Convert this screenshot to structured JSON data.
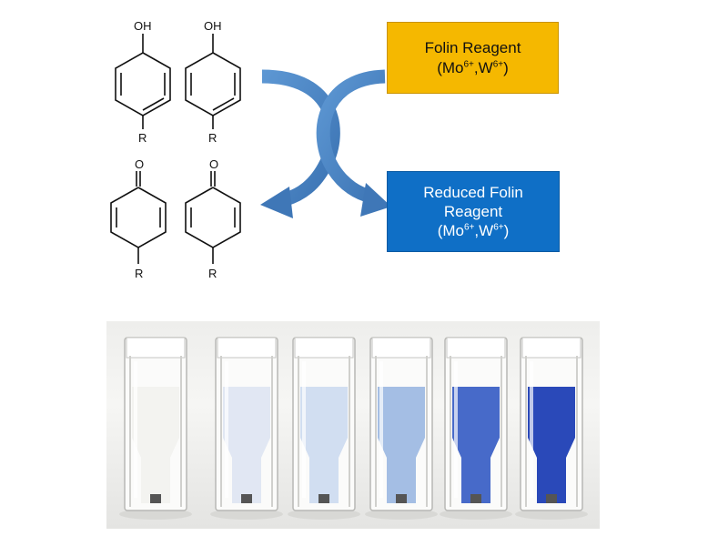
{
  "reactants": {
    "substituent_label": "R",
    "hydroxyl_label": "OH",
    "carbonyl_label": "O"
  },
  "folin_box": {
    "line1": "Folin Reagent",
    "ion_text_prefix": "(Mo",
    "ion_mo_charge": "6+",
    "ion_sep": ",W",
    "ion_w_charge": "6+",
    "ion_suffix": ")",
    "background": "#f5b800"
  },
  "reduced_box": {
    "line1": "Reduced Folin",
    "line2": "Reagent",
    "ion_text_prefix": "(Mo",
    "ion_mo_charge": "6+",
    "ion_sep": ",W",
    "ion_w_charge": "6+",
    "ion_suffix": ")",
    "background": "#0f6fc6"
  },
  "arrow_color": "#4a86c5",
  "cuvettes": {
    "count": 6,
    "liquid_colors": [
      "#f2f2ef",
      "#dfe6f2",
      "#cfdcf0",
      "#9fbbe3",
      "#3d62c6",
      "#1f3fb5"
    ]
  }
}
